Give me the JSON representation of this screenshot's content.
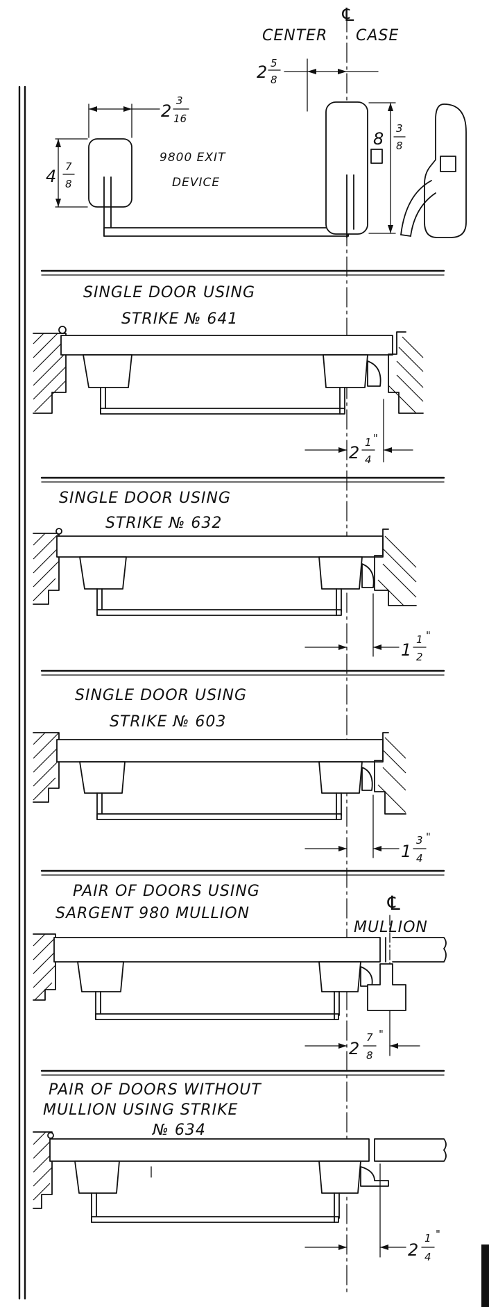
{
  "header": {
    "centerline_symbol": "℄",
    "center_label": "CENTER",
    "case_label": "CASE",
    "device_label_line1": "9800 EXIT",
    "device_label_line2": "DEVICE",
    "dims": {
      "left_width": {
        "whole": "2",
        "num": "3",
        "den": "16"
      },
      "left_height": {
        "whole": "4",
        "num": "7",
        "den": "8"
      },
      "offset": {
        "whole": "2",
        "num": "5",
        "den": "8"
      },
      "case_height": {
        "whole": "8",
        "num": "3",
        "den": "8"
      }
    }
  },
  "sections": [
    {
      "title_line1": "SINGLE DOOR USING",
      "title_line2": "STRIKE № 641",
      "dim": {
        "whole": "2",
        "num": "1",
        "den": "4",
        "inch": "\""
      }
    },
    {
      "title_line1": "SINGLE DOOR USING",
      "title_line2": "STRIKE № 632",
      "dim": {
        "whole": "1",
        "num": "1",
        "den": "2",
        "inch": "\""
      }
    },
    {
      "title_line1": "SINGLE DOOR USING",
      "title_line2": "STRIKE № 603",
      "dim": {
        "whole": "1",
        "num": "3",
        "den": "4",
        "inch": "\""
      }
    },
    {
      "title_line1": "PAIR OF DOORS USING",
      "title_line2": "SARGENT 980 MULLION",
      "extra_line1": "℄",
      "extra_line2": "MULLION",
      "dim": {
        "whole": "2",
        "num": "7",
        "den": "8",
        "inch": "\""
      }
    },
    {
      "title_line1": "PAIR OF DOORS WITHOUT",
      "title_line2": "MULLION USING STRIKE",
      "title_line3": "№ 634",
      "dim": {
        "whole": "2",
        "num": "1",
        "den": "4",
        "inch": "\""
      }
    }
  ]
}
